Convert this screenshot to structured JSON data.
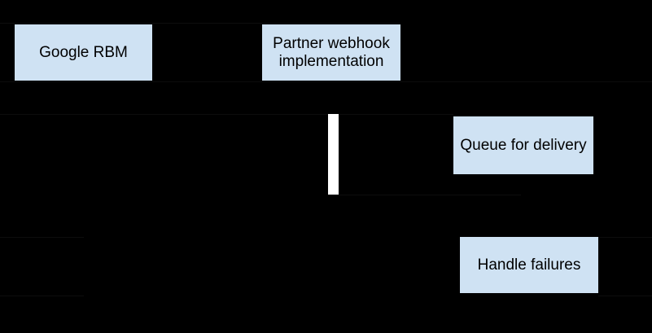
{
  "diagram": {
    "colors": {
      "background": "#000000",
      "node_fill": "#cfe2f3",
      "node_text": "#000000",
      "activation_fill": "#ffffff",
      "faint_line": "#0d0d0d"
    },
    "nodes": [
      {
        "id": "google-rbm",
        "label": "Google RBM"
      },
      {
        "id": "partner-webhook-implementation",
        "label": "Partner webhook implementation"
      },
      {
        "id": "queue-for-delivery",
        "label": "Queue for delivery"
      },
      {
        "id": "handle-failures",
        "label": "Handle failures"
      }
    ]
  }
}
